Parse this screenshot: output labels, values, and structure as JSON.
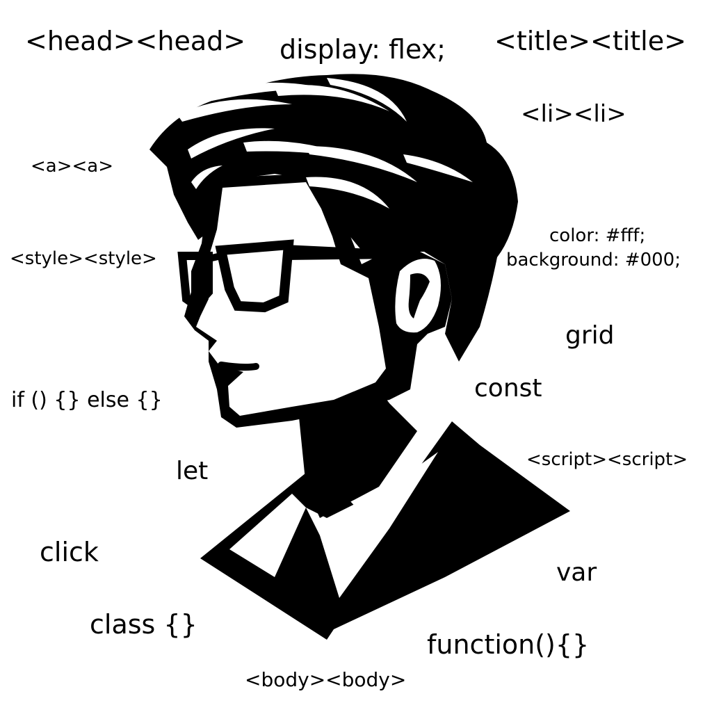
{
  "code_words": {
    "head_tags": "<head><head>",
    "display_flex": "display: flex;",
    "title_tags": "<title><title>",
    "li_tags": "<li><li>",
    "a_tags": "<a><a>",
    "style_tags": "<style><style>",
    "color_rule": "color: #fff;",
    "background_rule": "background: #000;",
    "grid": "grid",
    "const": "const",
    "if_else": "if () {} else {}",
    "script_tags": "<script><script>",
    "let": "let",
    "click": "click",
    "var": "var",
    "class_block": "class {}",
    "function_block": "function(){}",
    "body_tags": "<body><body>"
  },
  "illustration": {
    "subject": "developer-head-silhouette",
    "fill_color": "#000000",
    "background_color": "#ffffff"
  }
}
